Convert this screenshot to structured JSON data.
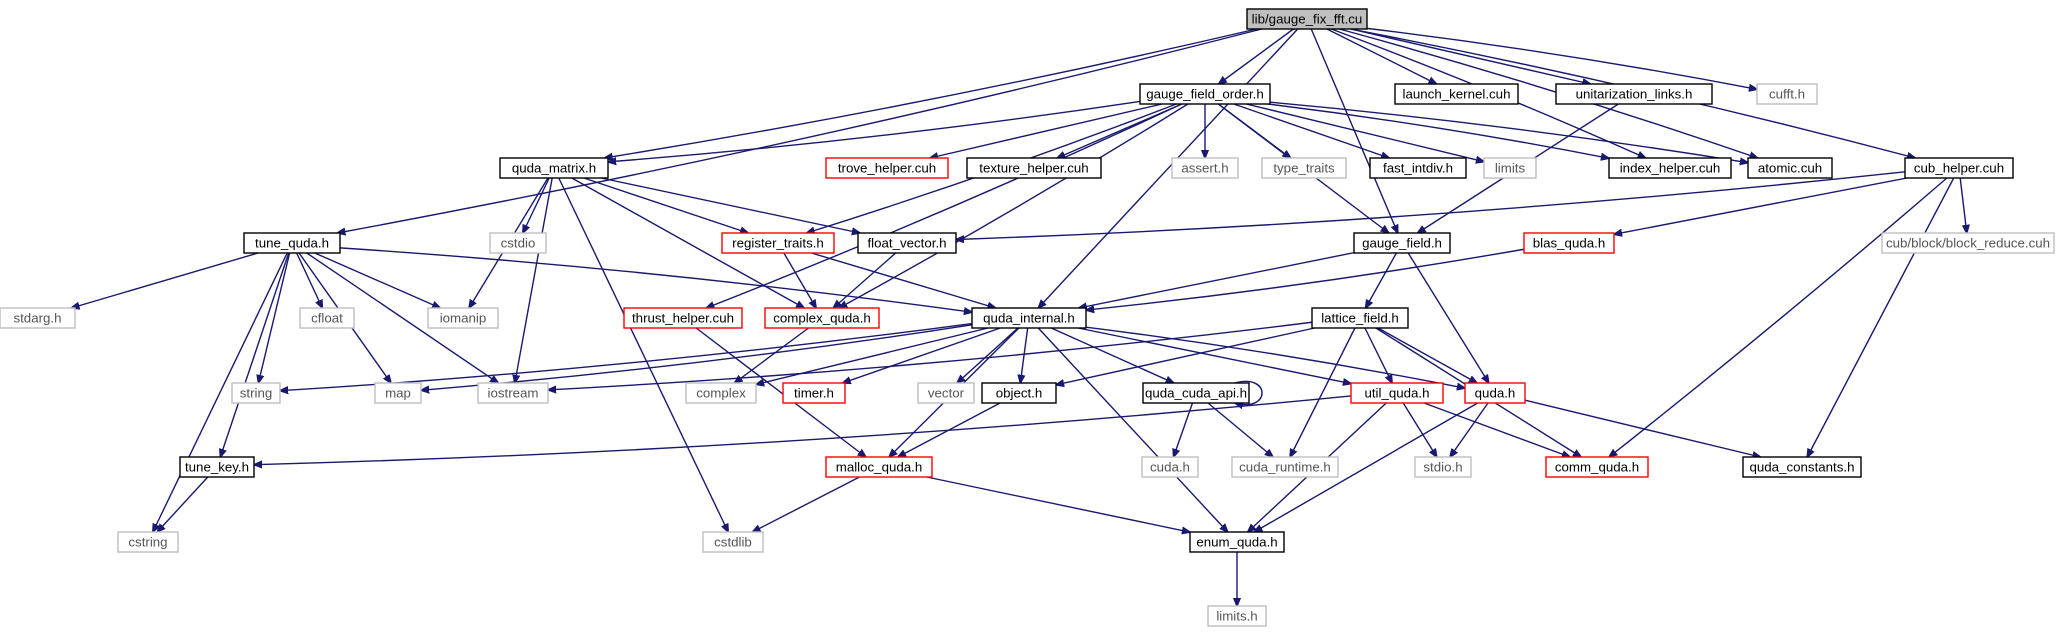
{
  "graph": {
    "nodes": {
      "root": "lib/gauge_fix_fft.cu",
      "gauge_field_order": "gauge_field_order.h",
      "launch_kernel": "launch_kernel.cuh",
      "unitarization_links": "unitarization_links.h",
      "cufft": "cufft.h",
      "quda_matrix": "quda_matrix.h",
      "trove_helper": "trove_helper.cuh",
      "texture_helper": "texture_helper.cuh",
      "assert": "assert.h",
      "type_traits": "type_traits",
      "fast_intdiv": "fast_intdiv.h",
      "limits": "limits",
      "index_helper": "index_helper.cuh",
      "atomic": "atomic.cuh",
      "cub_helper": "cub_helper.cuh",
      "tune_quda": "tune_quda.h",
      "cstdio": "cstdio",
      "register_traits": "register_traits.h",
      "float_vector": "float_vector.h",
      "gauge_field": "gauge_field.h",
      "blas_quda": "blas_quda.h",
      "block_reduce": "cub/block/block_reduce.cuh",
      "stdarg": "stdarg.h",
      "cfloat": "cfloat",
      "iomanip": "iomanip",
      "thrust_helper": "thrust_helper.cuh",
      "complex_quda": "complex_quda.h",
      "quda_internal": "quda_internal.h",
      "lattice_field": "lattice_field.h",
      "string": "string",
      "map": "map",
      "iostream": "iostream",
      "complex": "complex",
      "timer": "timer.h",
      "vector": "vector",
      "object": "object.h",
      "quda_cuda_api": "quda_cuda_api.h",
      "util_quda": "util_quda.h",
      "quda": "quda.h",
      "tune_key": "tune_key.h",
      "cuda": "cuda.h",
      "cuda_runtime": "cuda_runtime.h",
      "stdio": "stdio.h",
      "comm_quda": "comm_quda.h",
      "quda_constants": "quda_constants.h",
      "malloc_quda": "malloc_quda.h",
      "cstring": "cstring",
      "cstdlib": "cstdlib",
      "enum_quda": "enum_quda.h",
      "limits_h": "limits.h"
    },
    "colors": {
      "edge": "#191970",
      "root_fill": "#bfbfbf",
      "documented_border": "#000000",
      "incomplete_border": "#ff0000",
      "external_border": "#bfbfbf"
    }
  }
}
